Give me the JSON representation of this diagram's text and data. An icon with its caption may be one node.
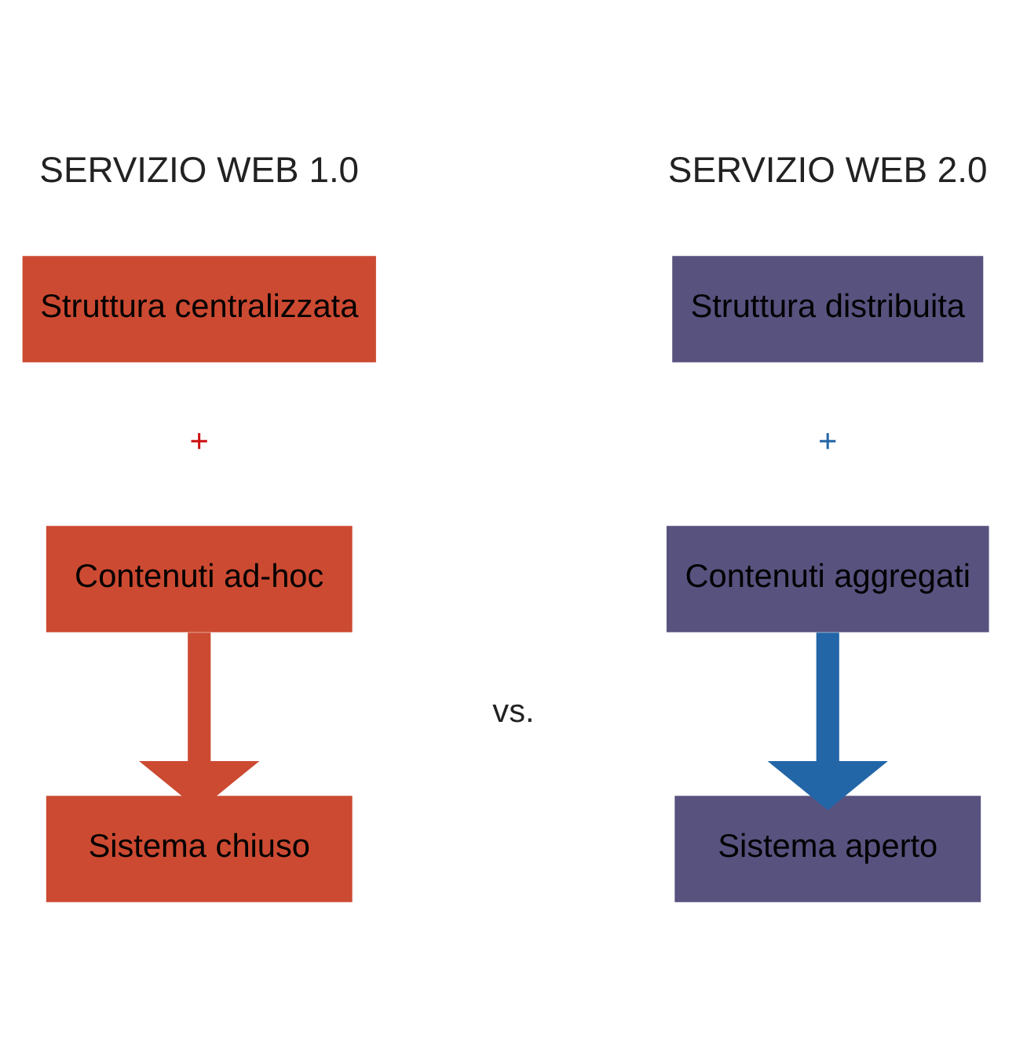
{
  "diagram": {
    "nodes": [
      {
        "text": [
          "Struttura centralizzata"
        ]
      },
      {
        "text": [
          "Contenuti ad-hoc"
        ]
      },
      {
        "text": [
          "Sistema chiuso"
        ]
      },
      {
        "text": [
          "Struttura distribuita"
        ]
      },
      {
        "text": [
          "Contenuti aggregati"
        ]
      },
      {
        "text": [
          "Sistema aperto"
        ]
      }
    ],
    "edges": [
      {
        "from": 1,
        "to": 2,
        "arrow": "to",
        "color": "#cc4a32"
      },
      {
        "from": 4,
        "to": 5,
        "arrow": "to",
        "color": "#2366a8"
      }
    ],
    "labels": [
      "SERVIZIO WEB 1.0",
      "SERVIZIO WEB 2.0",
      "+",
      "+",
      "vs."
    ]
  }
}
